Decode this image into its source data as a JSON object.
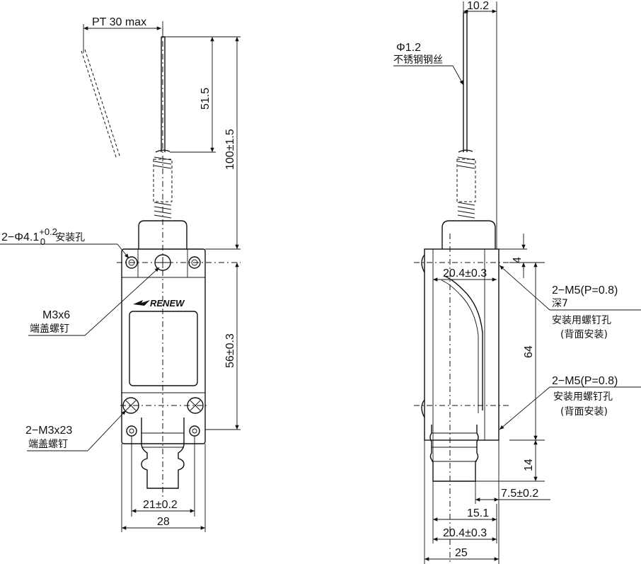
{
  "front_view": {
    "pt_label": "PT 30 max",
    "dim_51_5": "51.5",
    "dim_100": "100±1.5",
    "mount_hole": {
      "prefix": "2−Φ4.1",
      "tol_upper": "+0.2",
      "tol_lower": "0",
      "suffix": "安装孔"
    },
    "cover_screw": {
      "line1": "M3x6",
      "line2": "端盖螺钉"
    },
    "logo": "RENEW",
    "dim_56": "56±0.3",
    "bottom_screw": {
      "line1": "2−M3x23",
      "line2": "端盖螺钉"
    },
    "dim_21": "21±0.2",
    "dim_28": "28"
  },
  "side_view": {
    "dim_10_2": "10.2",
    "wire": {
      "line1": "Φ1.2",
      "line2": "不锈钢钢丝"
    },
    "dim_20_4_top": "20.4±0.3",
    "dim_4": "4",
    "m5_back": {
      "line1": "2−M5(P=0.8)",
      "line2": "深7",
      "line3": "安装用螺钉孔",
      "line4": "(背面安装)"
    },
    "dim_64": "64",
    "m5_front": {
      "line1": "2−M5(P=0.8)",
      "line2": "安装用螺钉孔",
      "line3": "(背面安装)"
    },
    "dim_14": "14",
    "dim_7_5": "7.5±0.2",
    "dim_15_1": "15.1",
    "dim_20_4_bottom": "20.4±0.3",
    "dim_25": "25"
  }
}
